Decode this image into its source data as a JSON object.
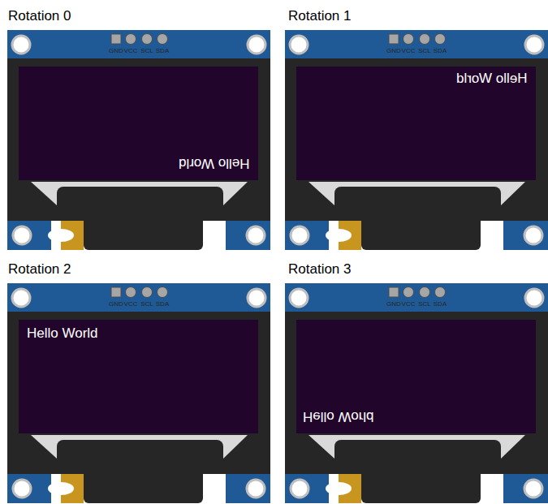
{
  "diagram": {
    "nodes": [
      {
        "text": [
          "Hello World"
        ]
      },
      {
        "text": [
          "Hello World"
        ]
      },
      {
        "text": [
          "Hello World"
        ]
      },
      {
        "text": [
          "Hello World"
        ]
      }
    ],
    "labels": [
      "Rotation 0",
      "GND",
      "VCC",
      "SCL",
      "SDA",
      "Rotation 1",
      "GND",
      "VCC",
      "SCL",
      "SDA",
      "Rotation 2",
      "GND",
      "VCC",
      "SCL",
      "SDA",
      "Rotation 3",
      "GND",
      "VCC",
      "SCL",
      "SDA"
    ]
  }
}
